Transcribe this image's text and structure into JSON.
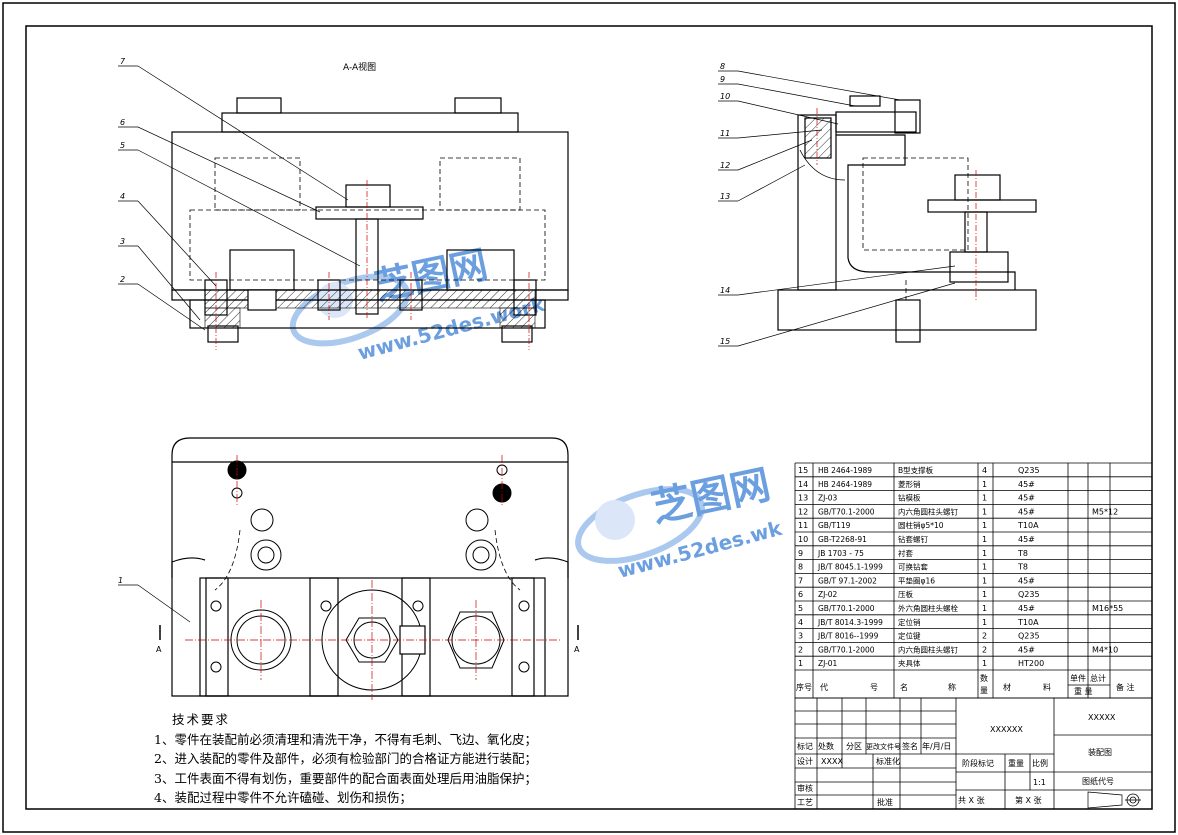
{
  "view_label": "A-A视图",
  "section_mark": "A",
  "balloons_left": [
    "7",
    "6",
    "5",
    "4",
    "3",
    "2",
    "1"
  ],
  "balloons_right": [
    "8",
    "9",
    "10",
    "11",
    "12",
    "13",
    "14",
    "15"
  ],
  "watermark": {
    "brand": "芝图网",
    "url_a": "www.52des.work",
    "url_b": "www.52des.wk",
    "colors": [
      "#3a7fd5",
      "#8fb8ea"
    ]
  },
  "tech": {
    "title": "技术要求",
    "items": [
      "1、零件在装配前必须清理和清洗干净，不得有毛刺、飞边、氧化皮；",
      "2、进入装配的零件及部件，必须有检验部门的合格证方能进行装配；",
      "3、工件表面不得有划伤，重要部件的配合面表面处理后用油脂保护；",
      "4、装配过程中零件不允许磕碰、划伤和损伤；"
    ]
  },
  "bom": {
    "rows": [
      [
        "15",
        "HB 2464-1989",
        "B型支撑板",
        "4",
        "Q235",
        "",
        ""
      ],
      [
        "14",
        "HB 2464-1989",
        "菱形销",
        "1",
        "45#",
        "",
        ""
      ],
      [
        "13",
        "ZJ-03",
        "钻模板",
        "1",
        "45#",
        "",
        ""
      ],
      [
        "12",
        "GB/T70.1-2000",
        "内六角圆柱头螺钉",
        "1",
        "45#",
        "",
        "M5*12"
      ],
      [
        "11",
        "GB/T119",
        "圆柱销φ5*10",
        "1",
        "T10A",
        "",
        ""
      ],
      [
        "10",
        "GB-T2268-91",
        "钻套螺钉",
        "1",
        "45#",
        "",
        ""
      ],
      [
        "9",
        "JB 1703 - 75",
        "衬套",
        "1",
        "T8",
        "",
        ""
      ],
      [
        "8",
        "JB/T 8045.1-1999",
        "可换钻套",
        "1",
        "T8",
        "",
        ""
      ],
      [
        "7",
        "GB/T 97.1-2002",
        "平垫圈φ16",
        "1",
        "45#",
        "",
        ""
      ],
      [
        "6",
        "ZJ-02",
        "压板",
        "1",
        "Q235",
        "",
        ""
      ],
      [
        "5",
        "GB/T70.1-2000",
        "外六角圆柱头螺栓",
        "1",
        "45#",
        "",
        "M16*55"
      ],
      [
        "4",
        "JB/T 8014.3-1999",
        "定位销",
        "1",
        "T10A",
        "",
        ""
      ],
      [
        "3",
        "JB/T 8016--1999",
        "定位键",
        "2",
        "Q235",
        "",
        ""
      ],
      [
        "2",
        "GB/T70.1-2000",
        "内六角圆柱头螺钉",
        "2",
        "45#",
        "",
        "M4*10"
      ],
      [
        "1",
        "ZJ-01",
        "夹具体",
        "1",
        "HT200",
        "",
        ""
      ]
    ],
    "header": {
      "seq": "序号",
      "code_a": "代",
      "code_b": "号",
      "name_a": "名",
      "name_b": "称",
      "qty_a": "数",
      "qty_b": "量",
      "mat_a": "材",
      "mat_b": "料",
      "unit": "单件",
      "total": "总计",
      "weight": "重  量",
      "note": "备  注"
    }
  },
  "title_block": {
    "company": "XXXXXX",
    "title": "XXXXX",
    "drawing": "装配图",
    "drawing_no": "图纸代号",
    "labels": {
      "mark": "标记",
      "count": "处数",
      "zone": "分区",
      "change_doc": "更改文件号",
      "sign": "签名",
      "date": "年/月/日",
      "design": "设计",
      "design_name": "XXXX",
      "std": "标准化",
      "stage": "阶段标记",
      "weight": "重量",
      "scale": "比例",
      "scale_val": "1:1",
      "check": "审核",
      "process": "工艺",
      "approve": "批准",
      "total_sheets": "共 X 张",
      "sheet_no": "第 X 张"
    }
  }
}
